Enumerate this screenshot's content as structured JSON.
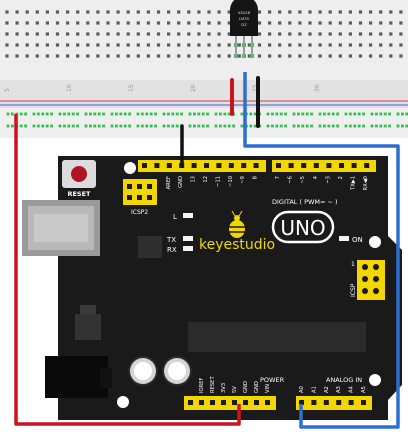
{
  "breadboard": {
    "column_numbers": [
      "5",
      "10",
      "15",
      "20",
      "25",
      "30"
    ]
  },
  "sensor": {
    "marking_line1": "XS248",
    "marking_line2": "LM35",
    "marking_line3": "DZ"
  },
  "arduino": {
    "reset_label": "RESET",
    "icsp2_label": "ICSP2",
    "led_l_label": "L",
    "tx_label": "TX",
    "rx_label": "RX",
    "brand_label": "keyestudio",
    "model_label": "UNO",
    "on_label": "ON",
    "digital_header_label": "DIGITAL ( PWM= ~ )",
    "icsp_label": "ICSP",
    "icsp_pin1_label": "1",
    "power_header_label": "POWER",
    "analog_header_label": "ANALOG IN",
    "top_pin_labels": [
      "AREF",
      "GND",
      "13",
      "12",
      "~11",
      "~10",
      "~9",
      "8",
      "7",
      "~6",
      "~5",
      "4",
      "~3",
      "2",
      "TX▶1",
      "RX◀0"
    ],
    "power_pin_labels": [
      "IOREF",
      "RESET",
      "3V3",
      "5V",
      "GND",
      "GND",
      "VIN"
    ],
    "analog_pin_labels": [
      "A0",
      "A1",
      "A2",
      "A3",
      "A4",
      "A5"
    ]
  },
  "colors": {
    "board": "#1a1a1a",
    "header": "#f2d600",
    "wire_red": "#c8141e",
    "wire_black": "#111111",
    "wire_blue": "#2b6fd6",
    "breadboard": "#ececec"
  }
}
